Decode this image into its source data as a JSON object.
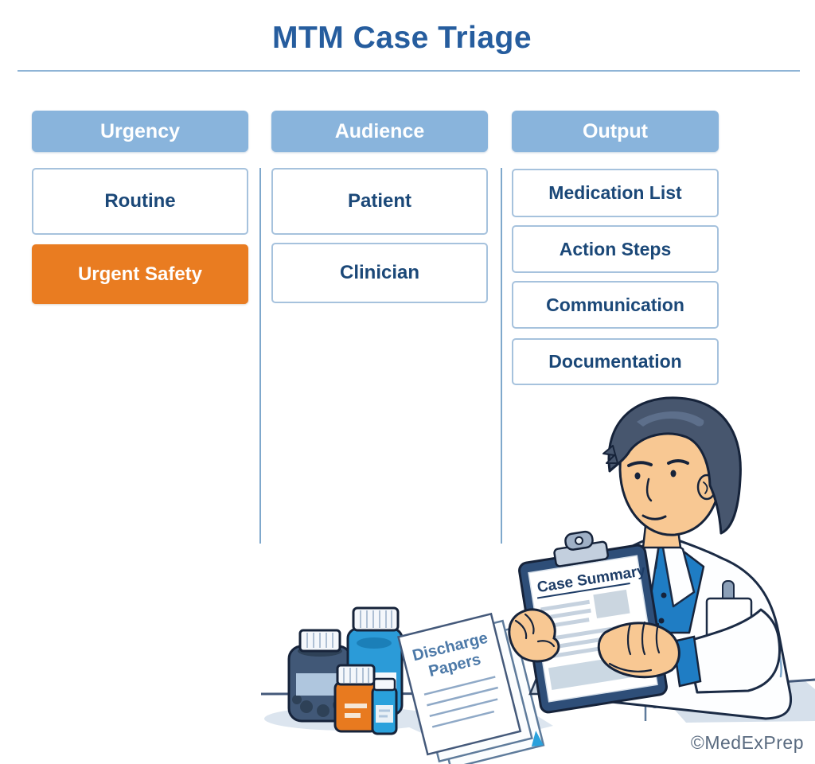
{
  "title": "MTM Case Triage",
  "columns": [
    {
      "header": "Urgency",
      "items": [
        {
          "label": "Routine",
          "variant": "outline"
        },
        {
          "label": "Urgent Safety",
          "variant": "orange-highlight"
        }
      ]
    },
    {
      "header": "Audience",
      "items": [
        {
          "label": "Patient",
          "variant": "outline"
        },
        {
          "label": "Clinician",
          "variant": "outline"
        }
      ]
    },
    {
      "header": "Output",
      "items": [
        {
          "label": "Medication List",
          "variant": "outline"
        },
        {
          "label": "Action Steps",
          "variant": "outline"
        },
        {
          "label": "Communication",
          "variant": "outline"
        },
        {
          "label": "Documentation",
          "variant": "outline"
        }
      ]
    }
  ],
  "illustration": {
    "clipboard_title": "Case Summary",
    "papers_line1": "Discharge",
    "papers_line2": "Papers"
  },
  "watermark": "©MedExPrep",
  "colors": {
    "title_text": "#265D9E",
    "header_fill": "#89B4DC",
    "header_text": "#FFFFFF",
    "box_border": "#A6C2DD",
    "box_text": "#1B4878",
    "highlight_fill": "#E97C21",
    "divider": "#7FA8CC",
    "watermark_text": "#5A6B80"
  }
}
